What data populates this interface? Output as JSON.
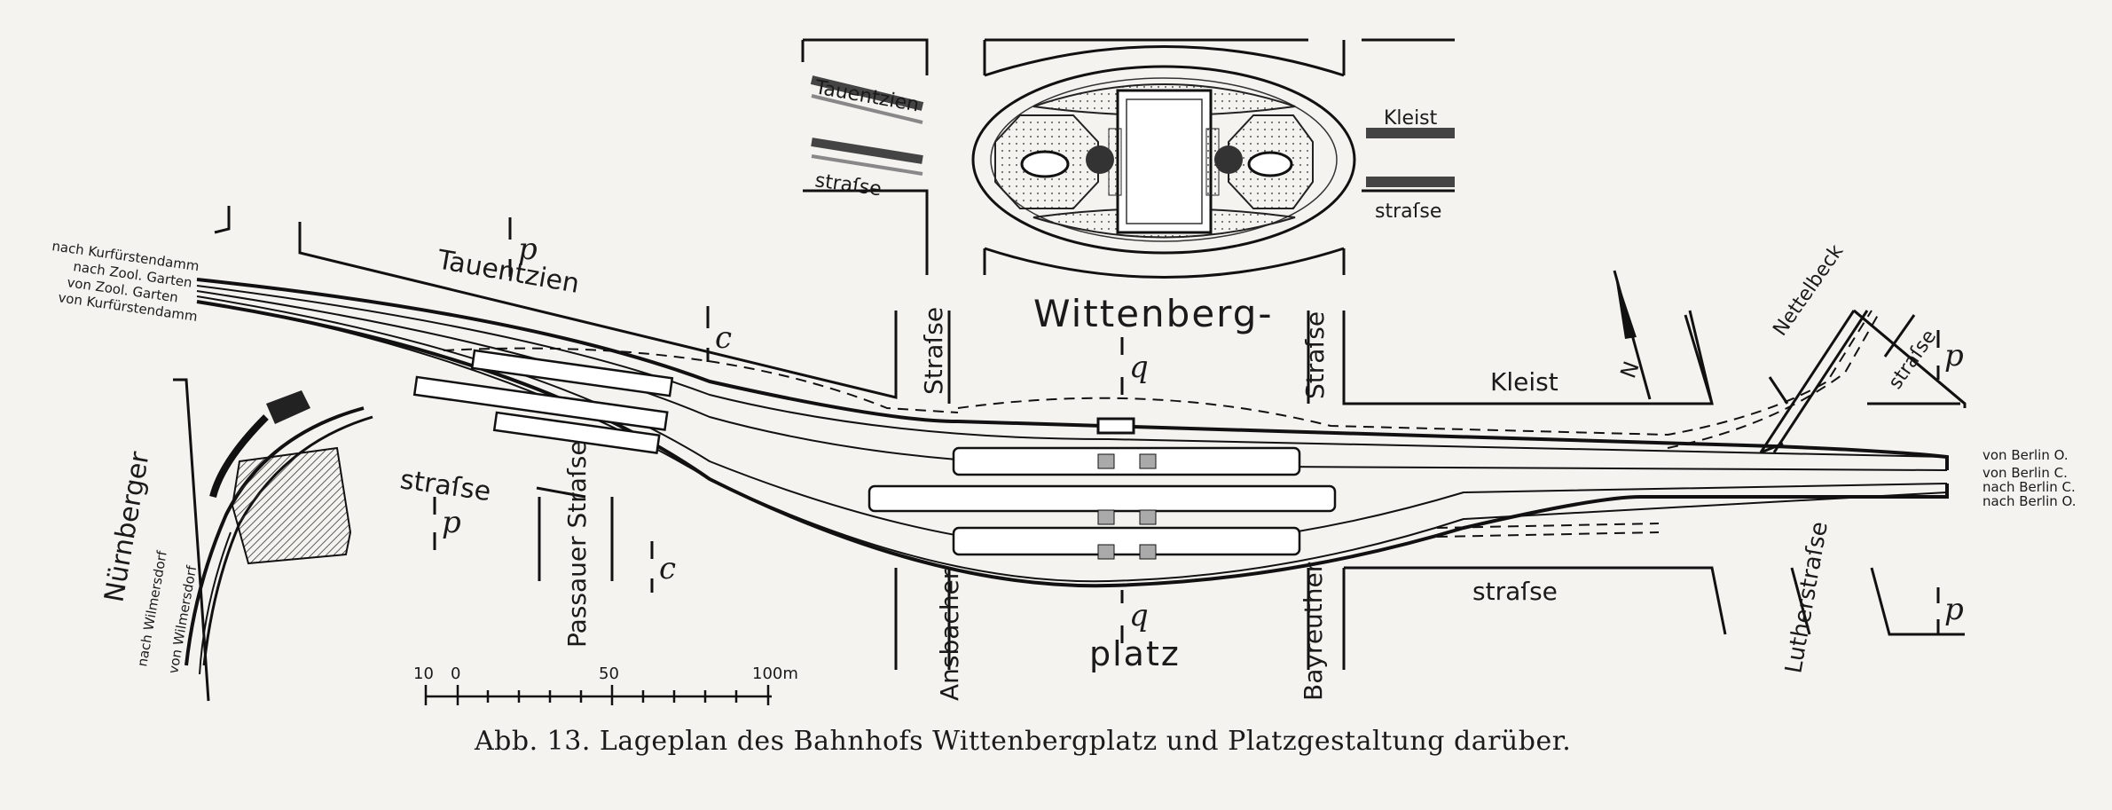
{
  "caption": "Abb. 13.  Lageplan des Bahnhofs Wittenbergplatz und Platzgestaltung darüber.",
  "streets": {
    "tauentzien": "Tauentzien",
    "tauentzien_inset": "Tauentzien",
    "strasse_inset_left": "straſse",
    "kleist_inset": "Kleist",
    "strasse_inset_right": "straſse",
    "wittenberg": "Wittenberg-",
    "platz": "platz",
    "kleist": "Kleist",
    "strasse_kleist": "straſse",
    "strasse_tauentzien_v": "Straſse",
    "strasse_kleist_v": "Straſse",
    "nettelbeck": "Nettelbeck",
    "strasse_nettelbeck": "straſse",
    "strasse_nuernberger": "straſse",
    "nuernberger": "Nürnberger",
    "passauer": "Passauer Straſse",
    "ansbacher": "Ansbacher",
    "bayreuther": "Bayreuther",
    "lutherstrasse": "Lutherstraſse"
  },
  "directions": {
    "nach_kurfuerstendamm": "nach Kurfürstendamm",
    "nach_zoo": "nach Zool. Garten",
    "von_zoo": "von Zool. Garten",
    "von_kurfuerstendamm": "von Kurfürstendamm",
    "nach_wilmersdorf": "nach Wilmersdorf",
    "von_wilmersdorf": "von Wilmersdorf",
    "von_berlin_o": "von Berlin O.",
    "von_berlin_c": "von Berlin C.",
    "nach_berlin_c": "nach Berlin C.",
    "nach_berlin_o": "nach Berlin O."
  },
  "sections": {
    "p": "p",
    "q": "q",
    "c": "c"
  },
  "north": "N",
  "scale": {
    "t10": "10",
    "t0": "0",
    "t50": "50",
    "t100": "100m"
  }
}
